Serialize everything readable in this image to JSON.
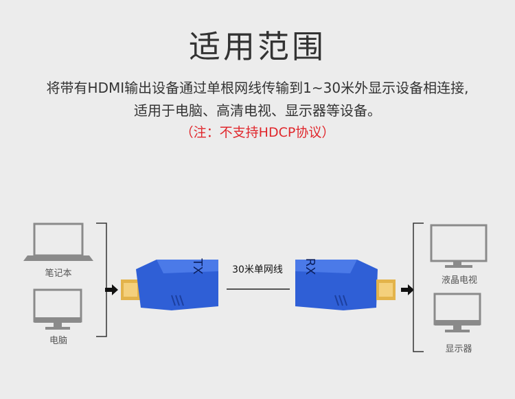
{
  "heading": "适用范围",
  "description": {
    "line1": "将带有HDMI输出设备通过单根网线传输到1~30米外显示设备相连接,",
    "line2": "适用于电脑、高清电视、显示器等设备。"
  },
  "note": "（注：不支持HDCP协议）",
  "devices": {
    "left": [
      {
        "label": "笔记本",
        "icon": "laptop-icon"
      },
      {
        "label": "电脑",
        "icon": "monitor-icon"
      }
    ],
    "right": [
      {
        "label": "液晶电视",
        "icon": "tv-icon"
      },
      {
        "label": "显示器",
        "icon": "monitor-icon"
      }
    ]
  },
  "cable_label": "30米单网线",
  "transmitter_mark": "TX",
  "receiver_mark": "RX",
  "colors": {
    "extender": "#2f5fd6",
    "connector": "#e3b34a",
    "device_outline": "#8a8a8a",
    "note": "#e0262b"
  }
}
